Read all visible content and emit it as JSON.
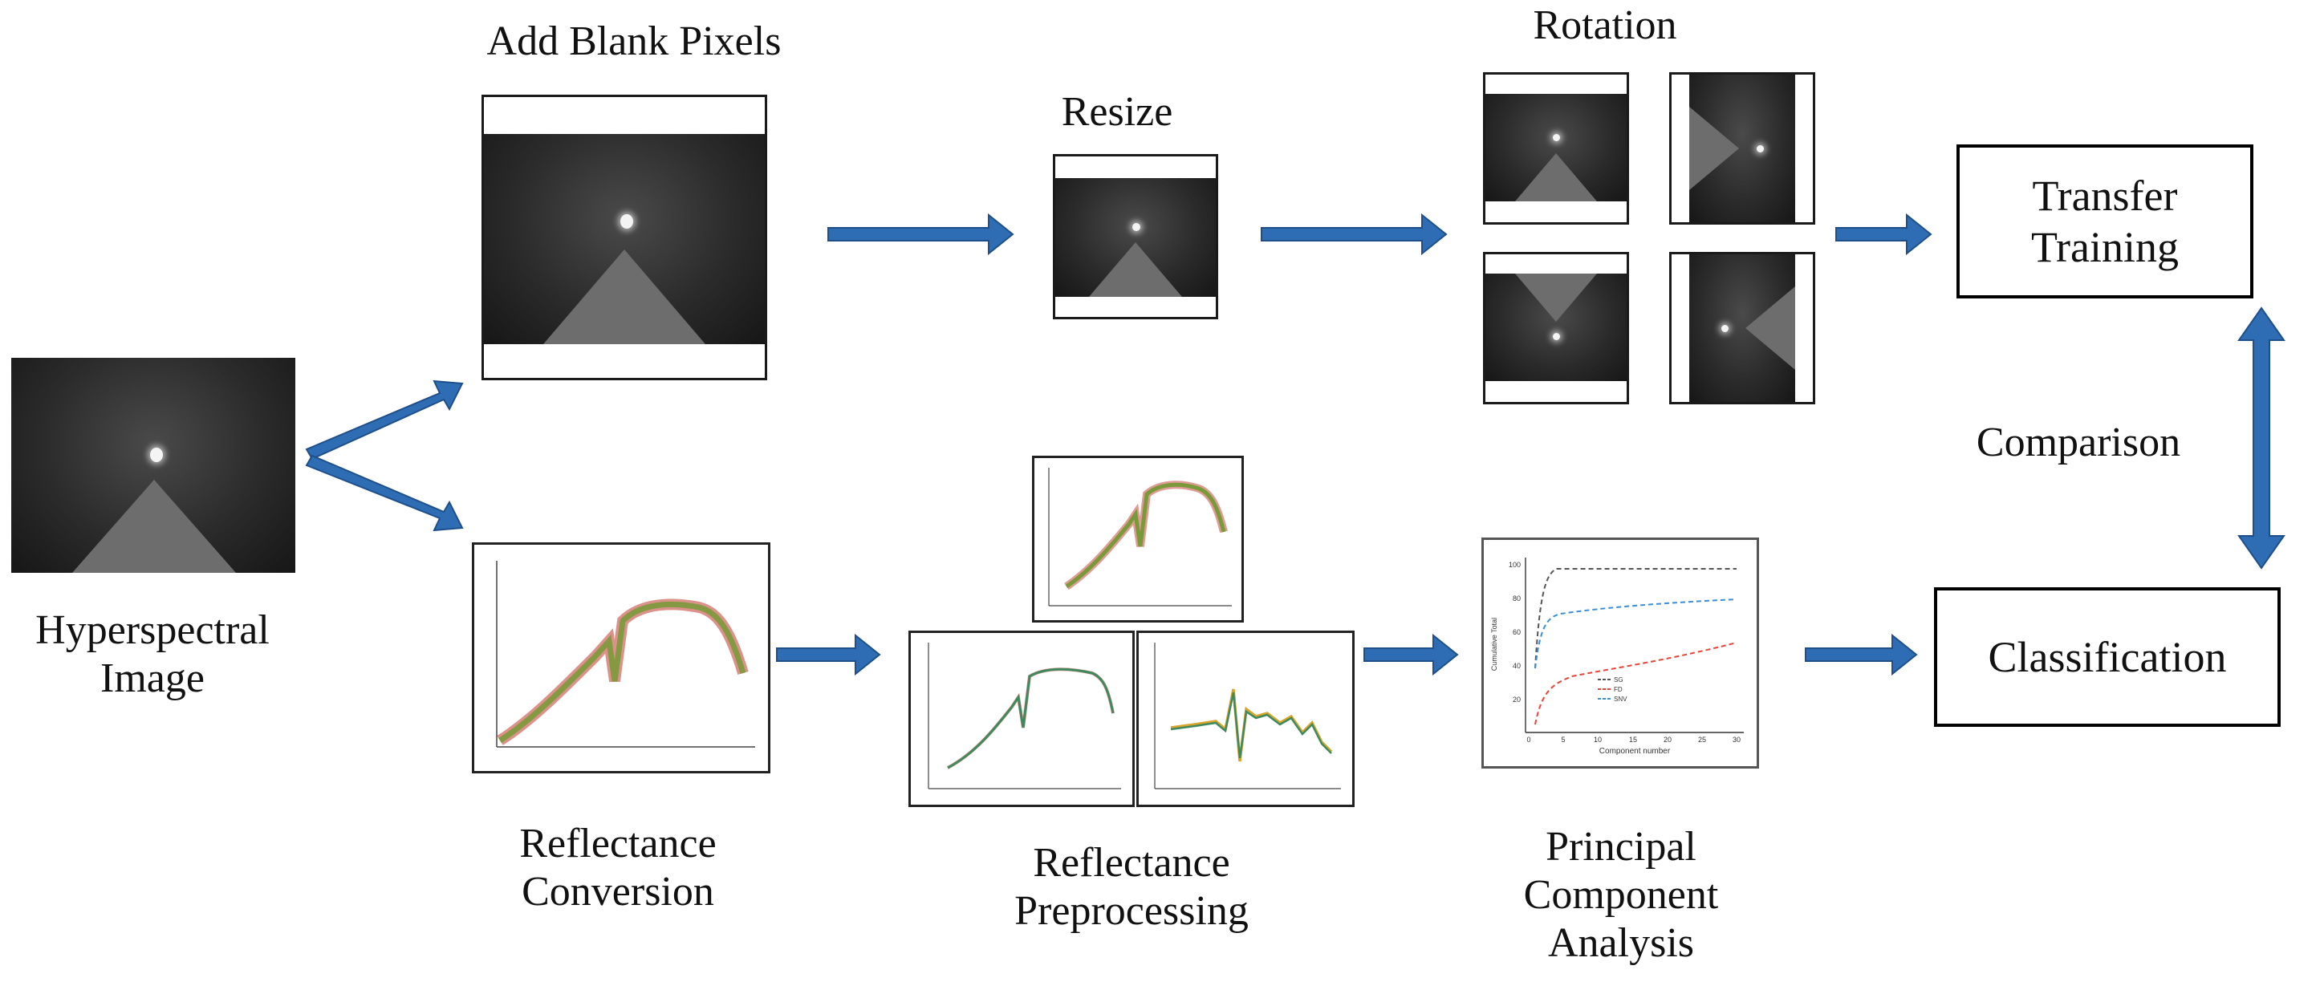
{
  "labels": {
    "hyperspectral_line1": "Hyperspectral",
    "hyperspectral_line2": "Image",
    "add_blank_pixels": "Add Blank Pixels",
    "resize": "Resize",
    "rotation": "Rotation",
    "transfer_line1": "Transfer",
    "transfer_line2": "Training",
    "comparison": "Comparison",
    "classification": "Classification",
    "reflectance_conv_line1": "Reflectance",
    "reflectance_conv_line2": "Conversion",
    "reflectance_pre_line1": "Reflectance",
    "reflectance_pre_line2": "Preprocessing",
    "pca_line1": "Principal",
    "pca_line2": "Component",
    "pca_line3": "Analysis"
  },
  "pca_chart": {
    "ylabel": "Cumulative Total",
    "xlabel": "Component number",
    "x_ticks": [
      "0",
      "5",
      "10",
      "15",
      "20",
      "25",
      "30"
    ],
    "y_ticks": [
      "100",
      "80",
      "60",
      "40",
      "20"
    ],
    "legend": [
      "SG",
      "FD",
      "SNV"
    ],
    "colors": [
      "#555555",
      "#e8443a",
      "#3a8fd6"
    ]
  },
  "colors": {
    "arrow": "#2e6db4",
    "arrow_edge": "#1f4f8a",
    "spectrum_main": "#7a9a3a",
    "spectrum_accent": "#c0392b"
  }
}
